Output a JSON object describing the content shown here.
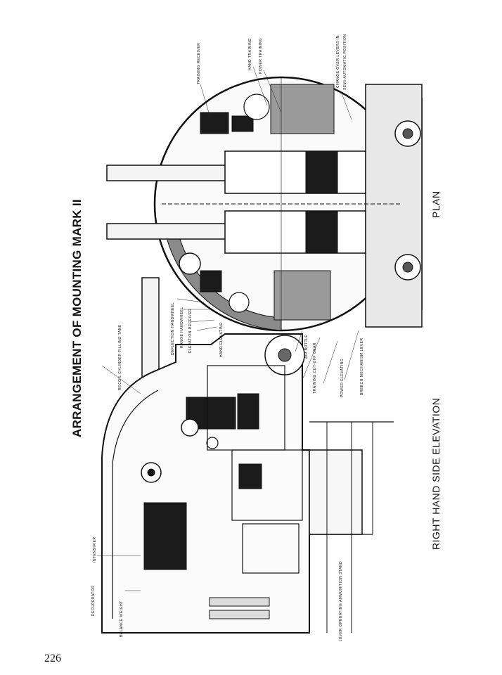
{
  "page_number": "226",
  "title": "ARRANGEMENT OF MOUNTING MARK II",
  "captions": {
    "elevation": "RIGHT HAND SIDE ELEVATION",
    "plan": "PLAN"
  },
  "labels": {
    "balance_weight": "BALANCE WEIGHT",
    "recuperator": "RECUPERATOR",
    "intensifier": "INTENSIFIER",
    "lever_operating_ammunition_stand": "LEVER OPERATING AMMUNITION STAND",
    "recoil_cylinder_filling_tank": "RECOIL CYLINDER FILLING TANK",
    "deflection_handwheel": "DEFLECTION HANDWHEEL",
    "range_handwheel": "RANGE HANDWHEEL",
    "elevation_receiver": "ELEVATION RECEIVER",
    "hand_elevating": "HAND ELEVATING",
    "air_bottle": "AIR BOTTLE",
    "training_cut_off_gear": "TRAINING CUT-OFF GEAR",
    "power_elevating": "POWER ELEVATING",
    "breech_mechanism_lever": "BREECH MECHANISM LEVER",
    "training_receiver": "TRAINING RECEIVER",
    "hand_training": "HAND TRAINING",
    "power_training": "POWER TRAINING",
    "change_over_levers_line1": "CHANGE OVER LEVERS IN",
    "change_over_levers_line2": "SEMI-AUTOMATIC POSITION"
  }
}
